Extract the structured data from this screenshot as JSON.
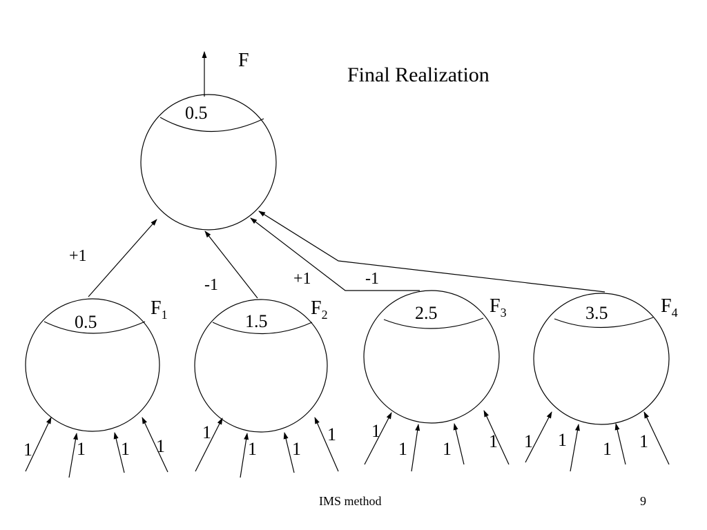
{
  "title": "Final Realization",
  "footer": {
    "text": "IMS method",
    "page_number": "9"
  },
  "output": {
    "label": "F"
  },
  "top_node": {
    "value": "0.5"
  },
  "children": [
    {
      "label": "F",
      "subscript": "1",
      "value": "0.5",
      "edge_weight": "+1",
      "inputs": [
        "1",
        "1",
        "1",
        "1"
      ]
    },
    {
      "label": "F",
      "subscript": "2",
      "value": "1.5",
      "edge_weight": "-1",
      "inputs": [
        "1",
        "1",
        "1",
        "1"
      ]
    },
    {
      "label": "F",
      "subscript": "3",
      "value": "2.5",
      "edge_weight": "+1",
      "inputs": [
        "1",
        "1",
        "1",
        "1"
      ]
    },
    {
      "label": "F",
      "subscript": "4",
      "value": "3.5",
      "edge_weight": "-1",
      "inputs": [
        "1",
        "1",
        "1",
        "1"
      ]
    }
  ]
}
